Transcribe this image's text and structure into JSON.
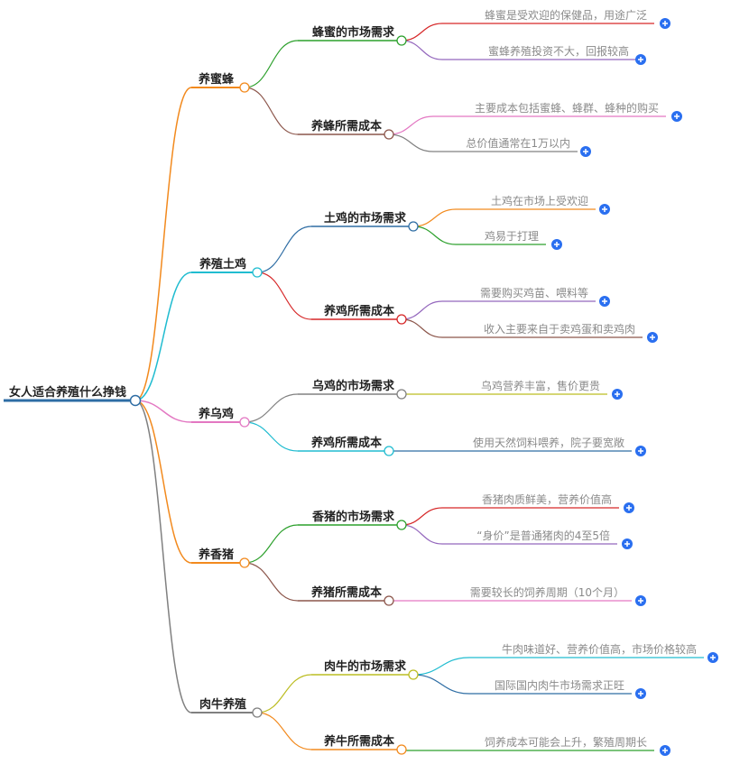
{
  "colors": {
    "blue": "#2e6da4",
    "orange": "#f28a1e",
    "cyan": "#20bcd0",
    "pink": "#e377c2",
    "gray": "#808080",
    "green": "#2ca02c",
    "brown": "#8c564b",
    "red": "#d62728",
    "purple": "#9467bd",
    "olive": "#bcbd22",
    "plus": "#2a6ff0"
  },
  "root": {
    "label": "女人适合养殖什么挣钱",
    "color": "blue"
  },
  "branches": [
    {
      "label": "养蜜蜂",
      "color": "orange",
      "children": [
        {
          "label": "蜂蜜的市场需求",
          "color": "green",
          "children": [
            {
              "label": "蜂蜜是受欢迎的保健品，用途广泛",
              "color": "red"
            },
            {
              "label": "蜜蜂养殖投资不大，回报较高",
              "color": "purple"
            }
          ]
        },
        {
          "label": "养蜂所需成本",
          "color": "brown",
          "children": [
            {
              "label": "主要成本包括蜜蜂、蜂群、蜂种的购买",
              "color": "pink"
            },
            {
              "label": "总价值通常在1万以内",
              "color": "gray"
            }
          ]
        }
      ]
    },
    {
      "label": "养殖土鸡",
      "color": "cyan",
      "children": [
        {
          "label": "土鸡的市场需求",
          "color": "blue",
          "children": [
            {
              "label": "土鸡在市场上受欢迎",
              "color": "orange"
            },
            {
              "label": "鸡易于打理",
              "color": "green"
            }
          ]
        },
        {
          "label": "养鸡所需成本",
          "color": "red",
          "children": [
            {
              "label": "需要购买鸡苗、喂料等",
              "color": "purple"
            },
            {
              "label": "收入主要来自于卖鸡蛋和卖鸡肉",
              "color": "brown"
            }
          ]
        }
      ]
    },
    {
      "label": "养乌鸡",
      "color": "pink",
      "children": [
        {
          "label": "乌鸡的市场需求",
          "color": "gray",
          "children": [
            {
              "label": "乌鸡营养丰富，售价更贵",
              "color": "olive"
            }
          ]
        },
        {
          "label": "养鸡所需成本",
          "color": "cyan",
          "children": [
            {
              "label": "使用天然饲料喂养，院子要宽敞",
              "color": "blue"
            }
          ]
        }
      ]
    },
    {
      "label": "养香猪",
      "color": "orange",
      "children": [
        {
          "label": "香猪的市场需求",
          "color": "green",
          "children": [
            {
              "label": "香猪肉质鲜美，营养价值高",
              "color": "red"
            },
            {
              "label": "“身价”是普通猪肉的4至5倍",
              "color": "purple"
            }
          ]
        },
        {
          "label": "养猪所需成本",
          "color": "brown",
          "children": [
            {
              "label": "需要较长的饲养周期（10个月）",
              "color": "pink"
            }
          ]
        }
      ]
    },
    {
      "label": "肉牛养殖",
      "color": "gray",
      "children": [
        {
          "label": "肉牛的市场需求",
          "color": "olive",
          "children": [
            {
              "label": "牛肉味道好、营养价值高，市场价格较高",
              "color": "cyan"
            },
            {
              "label": "国际国内肉牛市场需求正旺",
              "color": "blue"
            }
          ]
        },
        {
          "label": "养牛所需成本",
          "color": "orange",
          "children": [
            {
              "label": "饲养成本可能会上升，繁殖周期长",
              "color": "green"
            }
          ]
        }
      ]
    }
  ]
}
